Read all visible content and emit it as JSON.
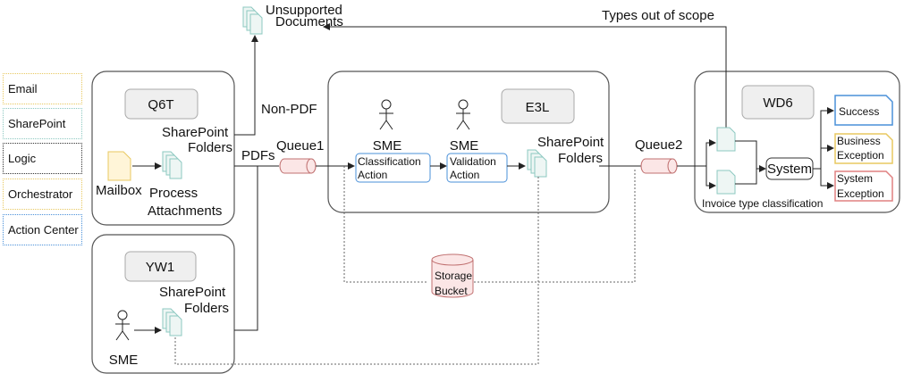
{
  "legend": [
    {
      "label": "Email",
      "color": "#e8c860"
    },
    {
      "label": "SharePoint",
      "color": "#8cc8c0"
    },
    {
      "label": "Logic",
      "color": "#333333"
    },
    {
      "label": "Orchestrator",
      "color": "#e8c860"
    },
    {
      "label": "Action Center",
      "color": "#4a90d9"
    }
  ],
  "groups": {
    "q6t": "Q6T",
    "yw1": "YW1",
    "e3l": "E3L",
    "wd6": "WD6"
  },
  "labels": {
    "unsupported_line1": "Unsupported",
    "unsupported_line2": "Documents",
    "types_out_of_scope": "Types out of scope",
    "non_pdf": "Non-PDF",
    "pdfs": "PDFs",
    "queue1": "Queue1",
    "queue2": "Queue2",
    "mailbox": "Mailbox",
    "sp_folders_line1": "SharePoint",
    "sp_folders_line2": "Folders",
    "process_line1": "Process",
    "process_line2": "Attachments",
    "sme": "SME",
    "classification_line1": "Classification",
    "classification_line2": "Action",
    "validation_line1": "Validation",
    "validation_line2": "Action",
    "storage_line1": "Storage",
    "storage_line2": "Bucket",
    "system": "System",
    "invoice_type_classification": "Invoice type classification",
    "success": "Success",
    "business_line1": "Business",
    "business_line2": "Exception",
    "system_exc_line1": "System",
    "system_exc_line2": "Exception"
  }
}
